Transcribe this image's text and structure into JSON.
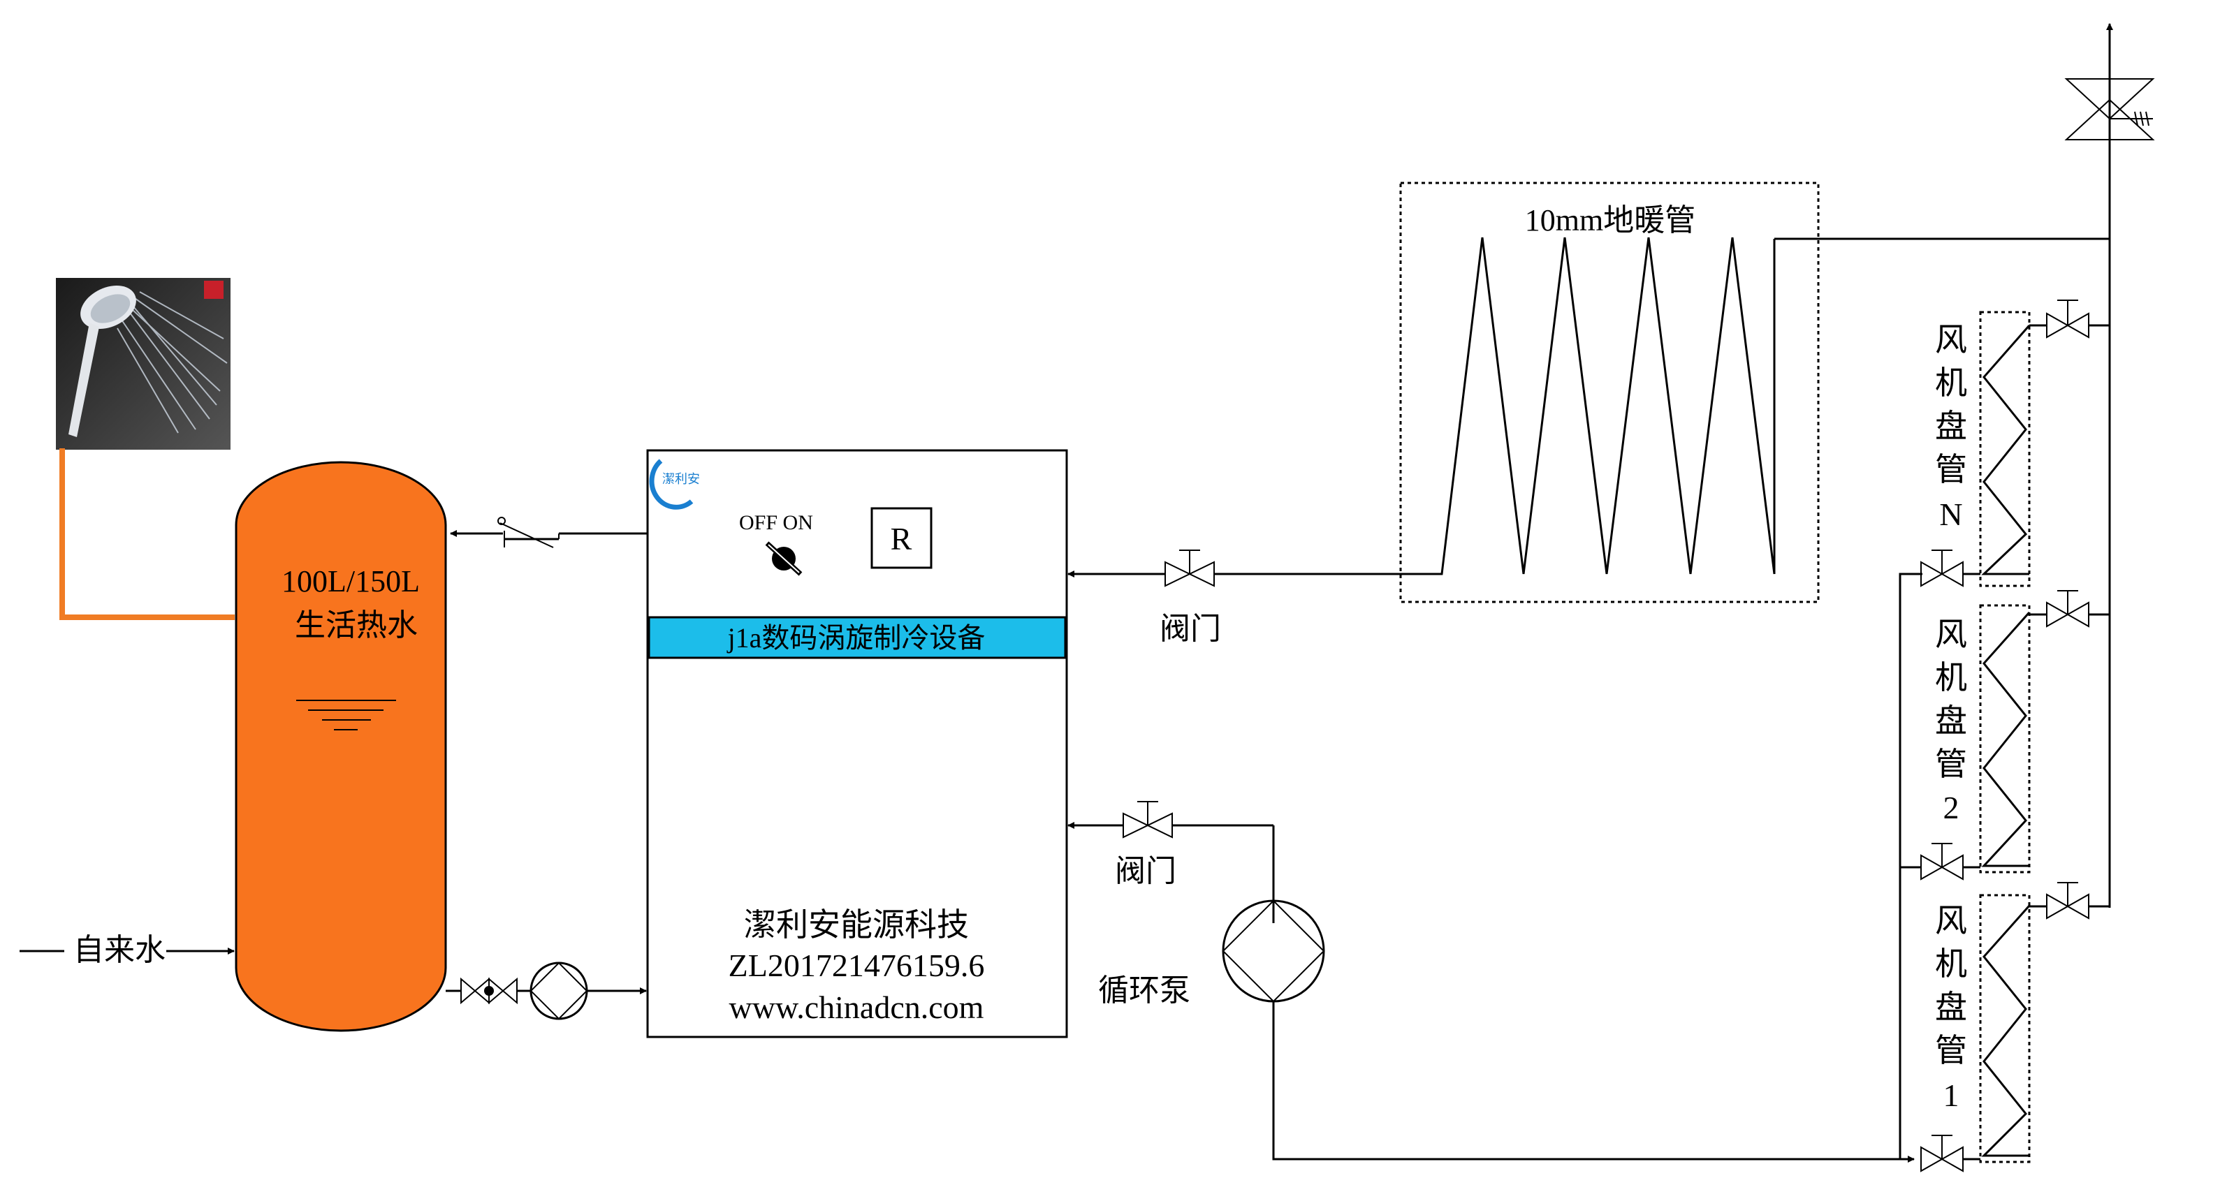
{
  "tank": {
    "capacity": "100L/150L",
    "label": "生活热水",
    "fill_color": "#f8741e",
    "hot_pipe_color": "#f07c24"
  },
  "inlet": {
    "label": "自来水"
  },
  "unit": {
    "logo_text": "潔利安",
    "switch_label": "OFF ON",
    "reset_label": "R",
    "band_title": "j1a数码涡旋制冷设备",
    "band_color": "#1cbdea",
    "company": "潔利安能源科技",
    "patent": "ZL201721476159.6",
    "website": "www.chinadcn.com"
  },
  "floor_heating": {
    "label": "10mm地暖管"
  },
  "valve_labels": {
    "upper": "阀门",
    "lower": "阀门"
  },
  "pump": {
    "label": "循环泵"
  },
  "fan_coils": [
    {
      "chars": [
        "风",
        "机",
        "盘",
        "管",
        "N"
      ]
    },
    {
      "chars": [
        "风",
        "机",
        "盘",
        "管",
        "2"
      ]
    },
    {
      "chars": [
        "风",
        "机",
        "盘",
        "管",
        "1"
      ]
    }
  ]
}
